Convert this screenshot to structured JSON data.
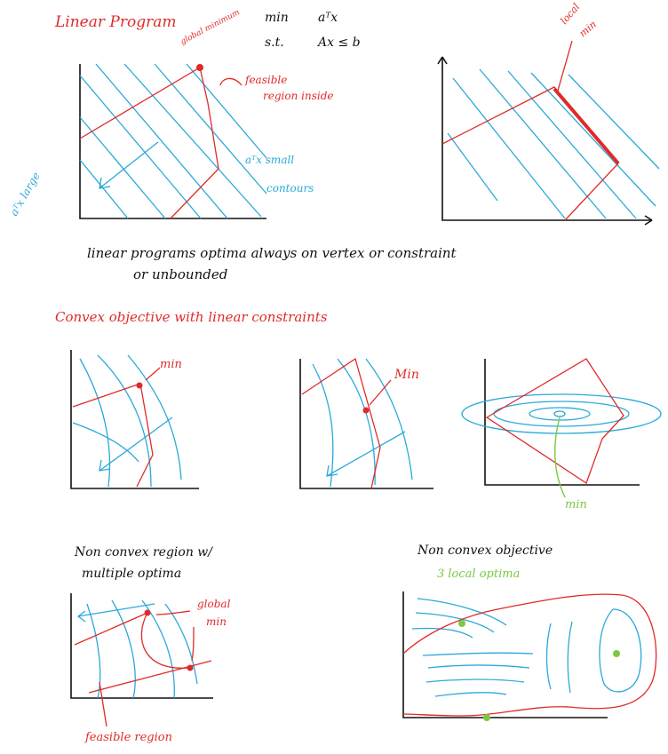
{
  "colors": {
    "red": "#e02a2a",
    "blue": "#2aa9d8",
    "black": "#111111",
    "green": "#7ac943"
  },
  "lp": {
    "title": "Linear Program",
    "formula_min": "min",
    "formula_obj": "aᵀx",
    "formula_st": "s.t.",
    "formula_con": "Ax ≤ b",
    "global_minimum": "global minimum",
    "feasible_1": "feasible",
    "feasible_2": "region inside",
    "small_1": "aᵀx small",
    "contours": "contours",
    "large": "aᵀx large",
    "local_1": "local",
    "local_2": "min",
    "optima_line1": "linear programs optima always on vertex or constraint",
    "optima_line2": "or unbounded"
  },
  "convex": {
    "title": "Convex objective with linear constraints",
    "min_a": "min",
    "min_b": "Min",
    "min_c": "min"
  },
  "nonconvex_region": {
    "title_1": "Non convex region w/",
    "title_2": "multiple optima",
    "global_1": "global",
    "global_2": "min",
    "feasible": "feasible region"
  },
  "nonconvex_objective": {
    "title": "Non convex objective",
    "subtitle": "3 local optima"
  }
}
